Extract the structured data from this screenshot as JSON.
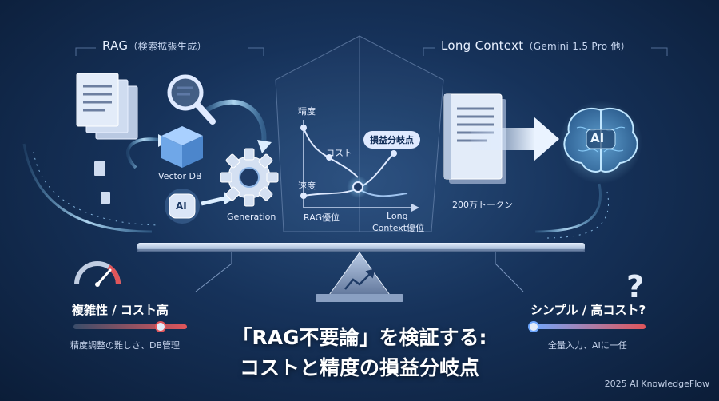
{
  "rag": {
    "header": "RAG",
    "header_sub": "（検索拡張生成）",
    "vector_db": "Vector DB",
    "ai_label": "AI",
    "generation": "Generation"
  },
  "long_context": {
    "header": "Long Context",
    "header_sub": "（Gemini 1.5 Pro 他）",
    "tokens": "200万トークン",
    "ai_label": "AI"
  },
  "graph": {
    "precision": "精度",
    "cost": "コスト",
    "speed": "速度",
    "breakeven": "損益分岐点",
    "rag_advantage": "RAG優位",
    "long_advantage_1": "Long",
    "long_advantage_2": "Context優位"
  },
  "left_panel": {
    "title": "複雑性 / コスト高",
    "desc": "精度調整の難しさ、DB管理"
  },
  "right_panel": {
    "title": "シンプル / 高コスト?",
    "desc": "全量入力、AIに一任"
  },
  "title": {
    "line1": "「RAG不要論」を検証する:",
    "line2": "コストと精度の損益分岐点"
  },
  "footer": "2025 AI KnowledgeFlow",
  "colors": {
    "accent": "#7fc4ff",
    "warn": "#e0555a",
    "panel": "#dfeaff"
  },
  "icons": [
    "documents-icon",
    "magnifier-icon",
    "cube-icon",
    "ai-chip-icon",
    "gear-icon",
    "book-icon",
    "arrow-right-icon",
    "brain-icon",
    "gauge-icon",
    "question-icon",
    "trend-icon"
  ]
}
